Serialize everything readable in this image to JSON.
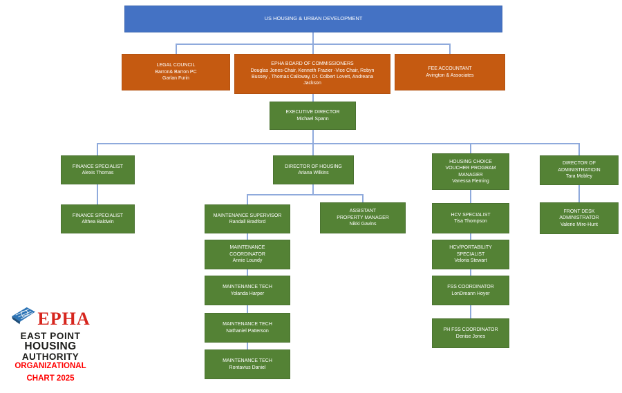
{
  "colors": {
    "hud_blue": "#4472C4",
    "dept_orange": "#C55A11",
    "role_green": "#548235",
    "connector_blue": "#8FAADC",
    "logo_red": "#D6251D",
    "caption_red": "#FF0000"
  },
  "nodes": {
    "hud": {
      "title": "US HOUSING & URBAN DEVELOPMENT"
    },
    "legal": {
      "title": "LEGAL COUNCIL",
      "org": "Barron& Barron PC",
      "name": "Garlan Furin"
    },
    "board": {
      "title": "EPHA BOARD OF COMMISSIONERS",
      "members": "Douglas Jones-Chair, Kenneth Frazier -Vice Chair, Robyn Bussey , Thomas Calloway, Dr. Colbert Lovett, Andreana Jackson"
    },
    "fee": {
      "title": "FEE ACCOUNTANT",
      "org": "Avington & Associates"
    },
    "exec": {
      "title": "EXECUTIVE DIRECTOR",
      "name": "Michael Spann"
    },
    "finance1": {
      "title": "FINANCE SPECIALIST",
      "name": "Alexis Thomas"
    },
    "housing_dir": {
      "title": "DIRECTOR OF HOUSING",
      "name": "Ariana Wilkins"
    },
    "hcv_mgr": {
      "title": "HOUSING CHOICE VOUCHER PROGRAM MANAGER",
      "name": "Vanessa Fleming"
    },
    "admin_dir": {
      "title": "DIRECTOR OF ADMINISTRATIOIN",
      "name": "Tara Mobley"
    },
    "finance2": {
      "title": "FINANCE SPECIALIST",
      "name": "Althea Baldwin"
    },
    "maint_sup": {
      "title": "MAINTENANCE SUPERVISOR",
      "name": "Randall Bradford"
    },
    "asst_pm": {
      "title": "ASSISTANT PROPERTY MANAGER",
      "name": "Nikki Gavins"
    },
    "hcv_spec": {
      "title": "HCV SPECIALIST",
      "name": "Tisa Thompson"
    },
    "front_desk": {
      "title": "FRONT DESK ADMINISTRATOR",
      "name": "Valerie Mire-Hunt"
    },
    "maint_coord": {
      "title": "MAINTENANCE COORDINATOR",
      "name": "Annie Loundy"
    },
    "hcv_port": {
      "title": "HCV/PORTABILITY SPECIALIST",
      "name": "Veloria Stewart"
    },
    "tech1": {
      "title": "MAINTENANCE TECH",
      "name": "Yolanda Harper"
    },
    "fss": {
      "title": "FSS COORDINATOR",
      "name": "LonDreann Hoyer"
    },
    "tech2": {
      "title": "MAINTENANCE TECH",
      "name": "Nathaniel Patterson"
    },
    "ph_fss": {
      "title": "PH FSS COORDINATOR",
      "name": "Denise Jones"
    },
    "tech3": {
      "title": "MAINTENANCE TECH",
      "name": "Rontavius Daniel"
    }
  },
  "logo": {
    "acronym": "EPHA",
    "line1": "EAST POINT",
    "line2": "HOUSING",
    "line3": "AUTHORITY",
    "caption1": "ORGANIZATIONAL",
    "caption2": "CHART 2025"
  }
}
